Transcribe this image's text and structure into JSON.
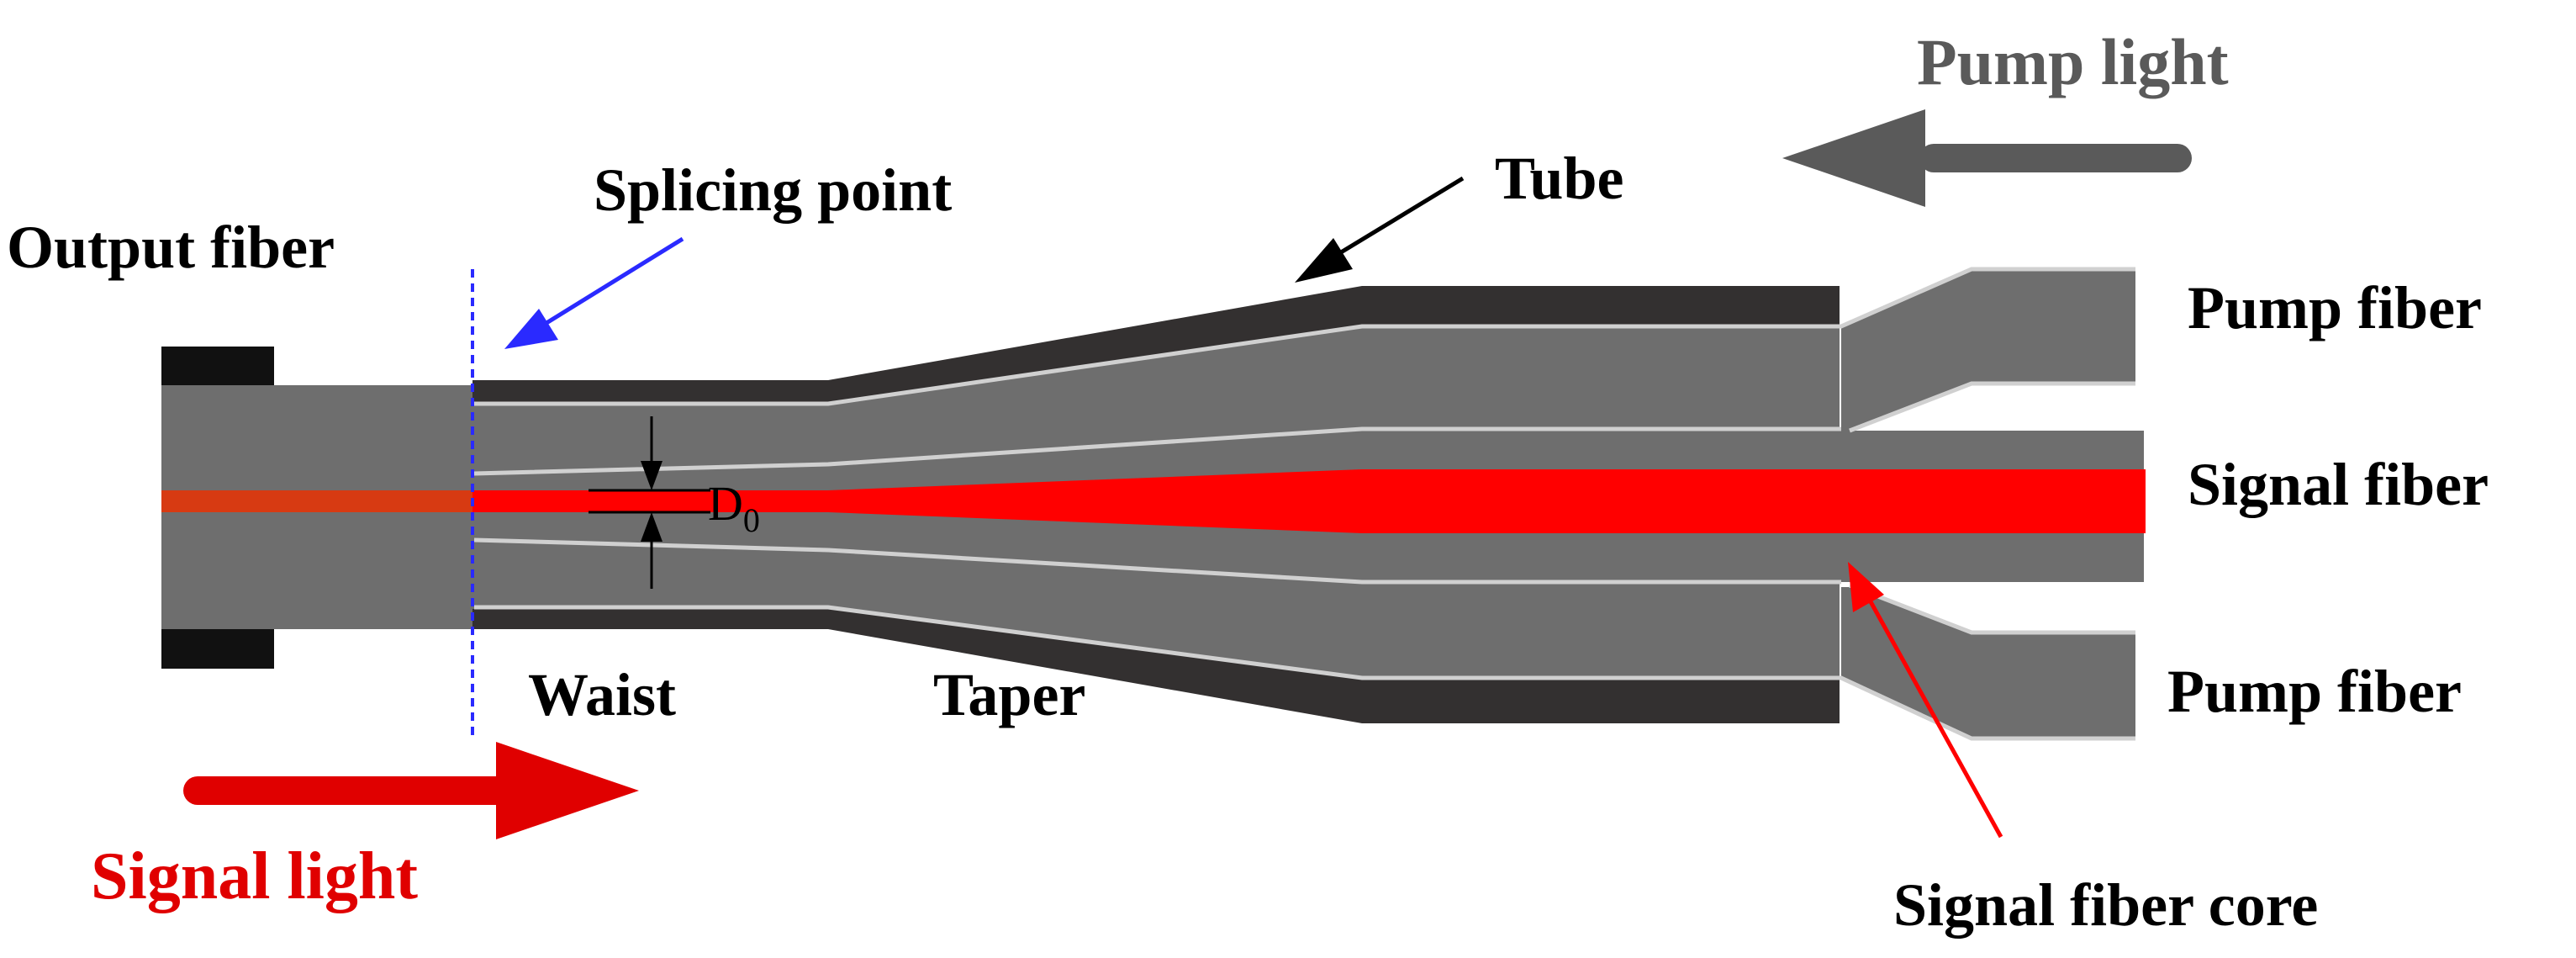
{
  "labels": {
    "pump_light": "Pump light",
    "tube": "Tube",
    "splicing_point": "Splicing point",
    "output_fiber": "Output fiber",
    "pump_fiber_top": "Pump fiber",
    "signal_fiber": "Signal fiber",
    "pump_fiber_bottom": "Pump fiber",
    "waist": "Waist",
    "taper": "Taper",
    "signal_light": "Signal light",
    "signal_fiber_core": "Signal fiber core",
    "d0_main": "D",
    "d0_sub": "0"
  },
  "colors": {
    "fiber_gray": "#6e6e6e",
    "tube_dark": "#333030",
    "clamp_black": "#111111",
    "core_red": "#ff0000",
    "output_core": "#d73a12",
    "cladding_line": "#d0d0d0",
    "splice_line": "#2a2aff",
    "pump_light_gray": "#5a5a5a",
    "signal_light_red": "#e00000"
  }
}
